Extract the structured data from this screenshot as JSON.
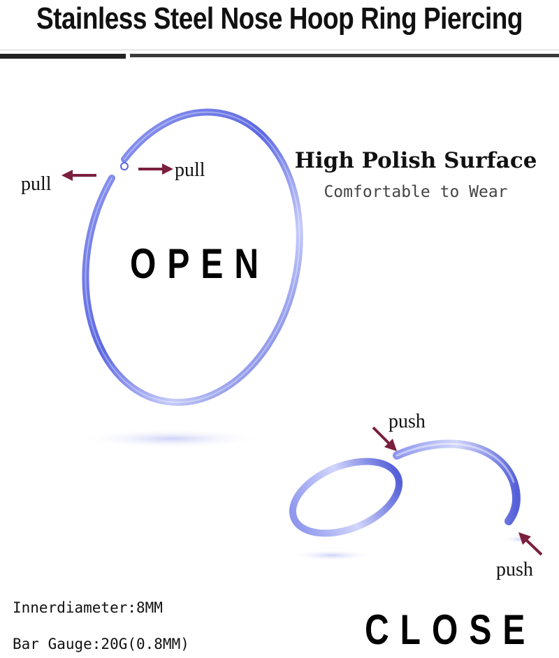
{
  "header": {
    "title": "Stainless Steel Nose Hoop Ring Piercing"
  },
  "open_view": {
    "label": "OPEN",
    "pull_left": "pull",
    "pull_right": "pull"
  },
  "features": {
    "headline": "High Polish Surface",
    "subline": "Comfortable to Wear"
  },
  "close_view": {
    "label": "CLOSE",
    "push_top": "push",
    "push_bottom": "push"
  },
  "specs": {
    "inner_diameter": "Innerdiameter:8MM",
    "bar_gauge": "Bar Gauge:20G(0.8MM)"
  },
  "colors": {
    "ring": "#6b78e8",
    "ring_light": "#c8cdf8",
    "arrow": "#7a1f3d",
    "text": "#111111"
  }
}
